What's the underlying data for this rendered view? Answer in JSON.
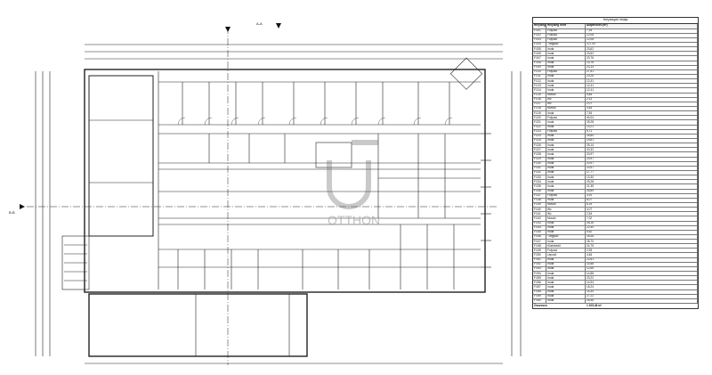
{
  "legend": {
    "title": "Helyiségek listája",
    "headers": [
      "Helyiség szám",
      "Helyiség neve",
      "Alapterület (m²)"
    ],
    "rows": [
      [
        "F.001",
        "Folyosó",
        "7,93"
      ],
      [
        "F.002",
        "Folyosó",
        "12,08"
      ],
      [
        "F.003",
        "Folyosó",
        "12,08"
      ],
      [
        "F.004",
        "Tárgyaló",
        "127,00"
      ],
      [
        "F.005",
        "Iroda",
        "23,62"
      ],
      [
        "F.006",
        "Iroda",
        "23,62"
      ],
      [
        "F.007",
        "Iroda",
        "23,76"
      ],
      [
        "F.008",
        "Iroda",
        "23,76"
      ],
      [
        "F.009",
        "Iroda",
        "23,14"
      ],
      [
        "F.010",
        "Folyosó",
        "27,51"
      ],
      [
        "F.011",
        "Iroda",
        "20,26"
      ],
      [
        "F.012",
        "Iroda",
        "12,41"
      ],
      [
        "F.013",
        "Iroda",
        "12,41"
      ],
      [
        "F.014",
        "Iroda",
        "12,41"
      ],
      [
        "F.015",
        "Mosdó",
        "5,84"
      ],
      [
        "F.016",
        "Wc",
        "2,13"
      ],
      [
        "F.017",
        "Wc",
        "2,07"
      ],
      [
        "F.018",
        "Mosdó",
        "3,64"
      ],
      [
        "F.019",
        "Iroda",
        "7,54"
      ],
      [
        "F.020",
        "Folyosó",
        "44,04"
      ],
      [
        "F.021",
        "Iroda",
        "25,28"
      ],
      [
        "F.022",
        "Iroda",
        "13,21"
      ],
      [
        "F.023",
        "Folyosó",
        "6,71"
      ],
      [
        "F.024",
        "Iroda",
        "26,80"
      ],
      [
        "F.025",
        "Iroda",
        "19,81"
      ],
      [
        "F.026",
        "Iroda",
        "25,14"
      ],
      [
        "F.027",
        "Iroda",
        "20,32"
      ],
      [
        "F.028",
        "Iroda",
        "20,97"
      ],
      [
        "F.029",
        "Iroda",
        "20,97"
      ],
      [
        "F.030",
        "Iroda",
        "20,97"
      ],
      [
        "F.031",
        "Iroda",
        "20,97"
      ],
      [
        "F.032",
        "Iroda",
        "17,77"
      ],
      [
        "F.033",
        "Iroda",
        "13,30"
      ],
      [
        "F.034",
        "Iroda",
        "25,28"
      ],
      [
        "F.035",
        "Iroda",
        "21,35"
      ],
      [
        "F.036",
        "Iroda",
        "28,89"
      ],
      [
        "F.037",
        "Folyosó",
        "3,91"
      ],
      [
        "F.038",
        "Iroda",
        "8,07"
      ],
      [
        "F.039",
        "Mosdó",
        "6,19"
      ],
      [
        "F.040",
        "Wc",
        "3,07"
      ],
      [
        "F.041",
        "Wc",
        "2,54"
      ],
      [
        "F.042",
        "Mosdó",
        "7,02"
      ],
      [
        "F.043",
        "Iroda",
        "28,16"
      ],
      [
        "F.044",
        "Iroda",
        "22,40"
      ],
      [
        "F.045",
        "Iroda",
        "5,62"
      ],
      [
        "F.046",
        "Tárgyaló",
        "16,08"
      ],
      [
        "F.047",
        "Iroda",
        "28,70"
      ],
      [
        "F.048",
        "Közlekedő",
        "24,75"
      ],
      [
        "F.049",
        "Folyosó",
        "2,93"
      ],
      [
        "F.050",
        "Lépcső",
        "4,46"
      ],
      [
        "F.051",
        "Iroda",
        "22,61"
      ],
      [
        "F.052",
        "Iroda",
        "14,88"
      ],
      [
        "F.053",
        "Iroda",
        "12,66"
      ],
      [
        "F.054",
        "Iroda",
        "14,88"
      ],
      [
        "F.055",
        "Iroda",
        "23,22"
      ],
      [
        "F.056",
        "Iroda",
        "14,94"
      ],
      [
        "F.057",
        "Iroda",
        "16,24"
      ],
      [
        "F.058",
        "Iroda",
        "14,30"
      ],
      [
        "F.059",
        "Iroda",
        "27,22"
      ],
      [
        "F.060",
        "Iroda",
        "28,46"
      ]
    ],
    "total_label": "Összesen",
    "total_value": "1 105,46 m²"
  },
  "watermark": {
    "brand": "OTTHON"
  },
  "section_marks": [
    "A-A",
    "B-B"
  ]
}
